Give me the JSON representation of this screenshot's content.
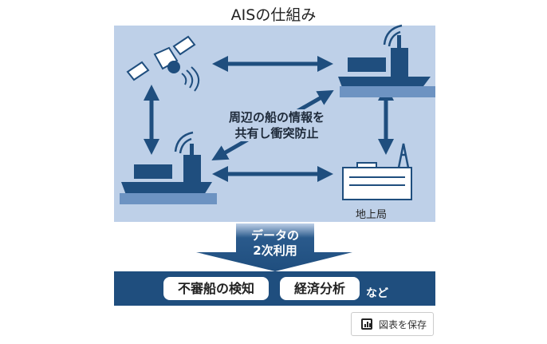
{
  "title": "AISの仕組み",
  "center_text": [
    "周辺の船の情報を",
    "共有し衝突防止"
  ],
  "station_label": "地上局",
  "secondary_use": [
    "データの",
    "2次利用"
  ],
  "uses": [
    "不審船の検知",
    "経済分析"
  ],
  "uses_suffix": "など",
  "save_button": "図表を保存",
  "colors": {
    "panel": "#bed0e8",
    "navy": "#1f4e7e"
  }
}
